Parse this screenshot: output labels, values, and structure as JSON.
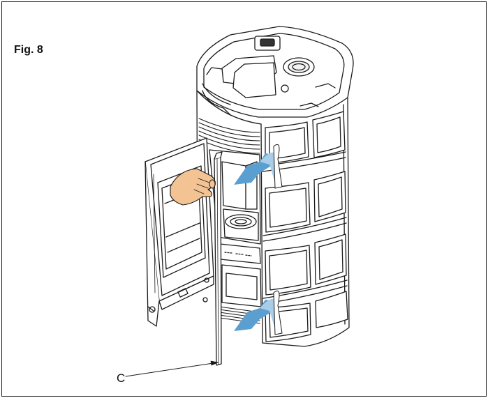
{
  "figure": {
    "label": "Fig. 8",
    "callout_c": "C"
  },
  "drawing": {
    "subject": "pellet-stove-door-open-with-hand-and-rod",
    "line_color": "#1a1a1a",
    "skin_color": "#f3c393",
    "arrow_color": "#5a9fd0",
    "arrow_light_color": "#a9cde8",
    "frame_color": "#1a1a1a"
  }
}
